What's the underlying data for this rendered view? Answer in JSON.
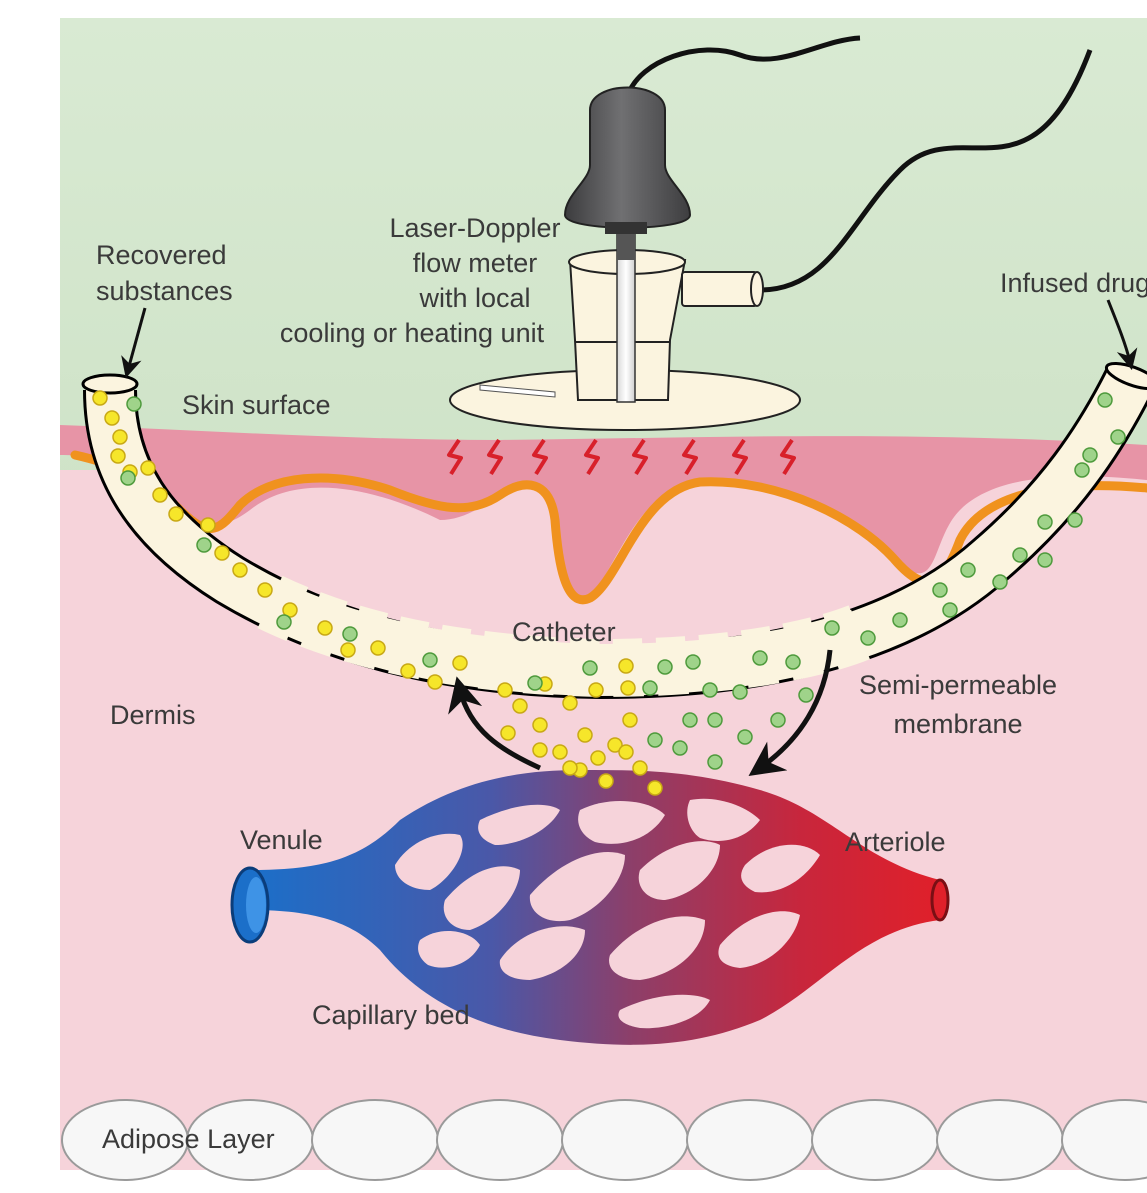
{
  "labels": {
    "laser_doppler": [
      "Laser-Doppler",
      "flow meter",
      "with local",
      "cooling or heating unit"
    ],
    "recovered": [
      "Recovered",
      "substances"
    ],
    "infused": "Infused drug",
    "skin_surface": "Skin surface",
    "catheter": "Catheter",
    "membrane": [
      "Semi-permeable",
      "membrane"
    ],
    "dermis": "Dermis",
    "venule": "Venule",
    "arteriole": "Arteriole",
    "capillary_bed": "Capillary bed",
    "adipose": "Adipose Layer"
  },
  "colors": {
    "background_air": "#cfe3c8",
    "epidermis": "#e794a6",
    "dermis": "#f6d3da",
    "adipose_cell": "#f7f7f7",
    "papillary_line": "#f0921e",
    "catheter_fill": "#fbf4df",
    "recovered_dot": "#f6e62a",
    "infused_dot": "#9fd38a",
    "venule_blue": "#1b6fc9",
    "arteriole_red": "#e0202a",
    "probe_dark": "#58585a",
    "heat_mark": "#d8202a"
  },
  "icons": {
    "probe": "laser-doppler-probe-icon",
    "heat": "heat-zigzag-icon",
    "arrow": "curved-arrow-icon"
  }
}
